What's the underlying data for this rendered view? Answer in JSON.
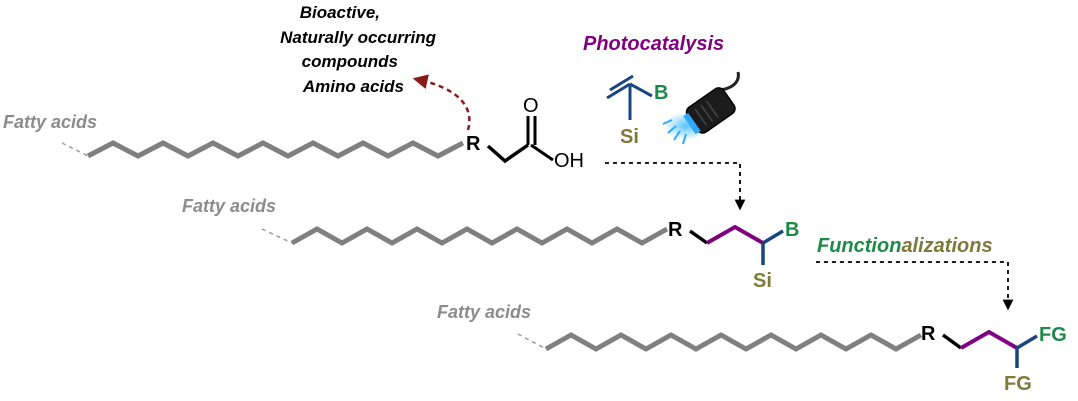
{
  "title": "Photocatalysis",
  "functionalizations": {
    "part1": "Function",
    "part2": "alizations"
  },
  "fatty_acids_label": "Fatty acids",
  "bioactive_lines": [
    "Bioactive,",
    "Naturally occurring",
    "compounds",
    "Amino acids"
  ],
  "atoms": {
    "R": "R",
    "O": "O",
    "OH": "OH",
    "B": "B",
    "Si": "Si",
    "FG": "FG"
  },
  "colors": {
    "chain": "#808080",
    "purple": "#800080",
    "navy": "#1a4580",
    "boron_green": "#1e8a4a",
    "silicon_olive": "#7d7a3a",
    "dark_red": "#8b1a1a"
  },
  "icons": [
    "vinyl-boronate-silane-reagent",
    "led-lamp-icon"
  ]
}
